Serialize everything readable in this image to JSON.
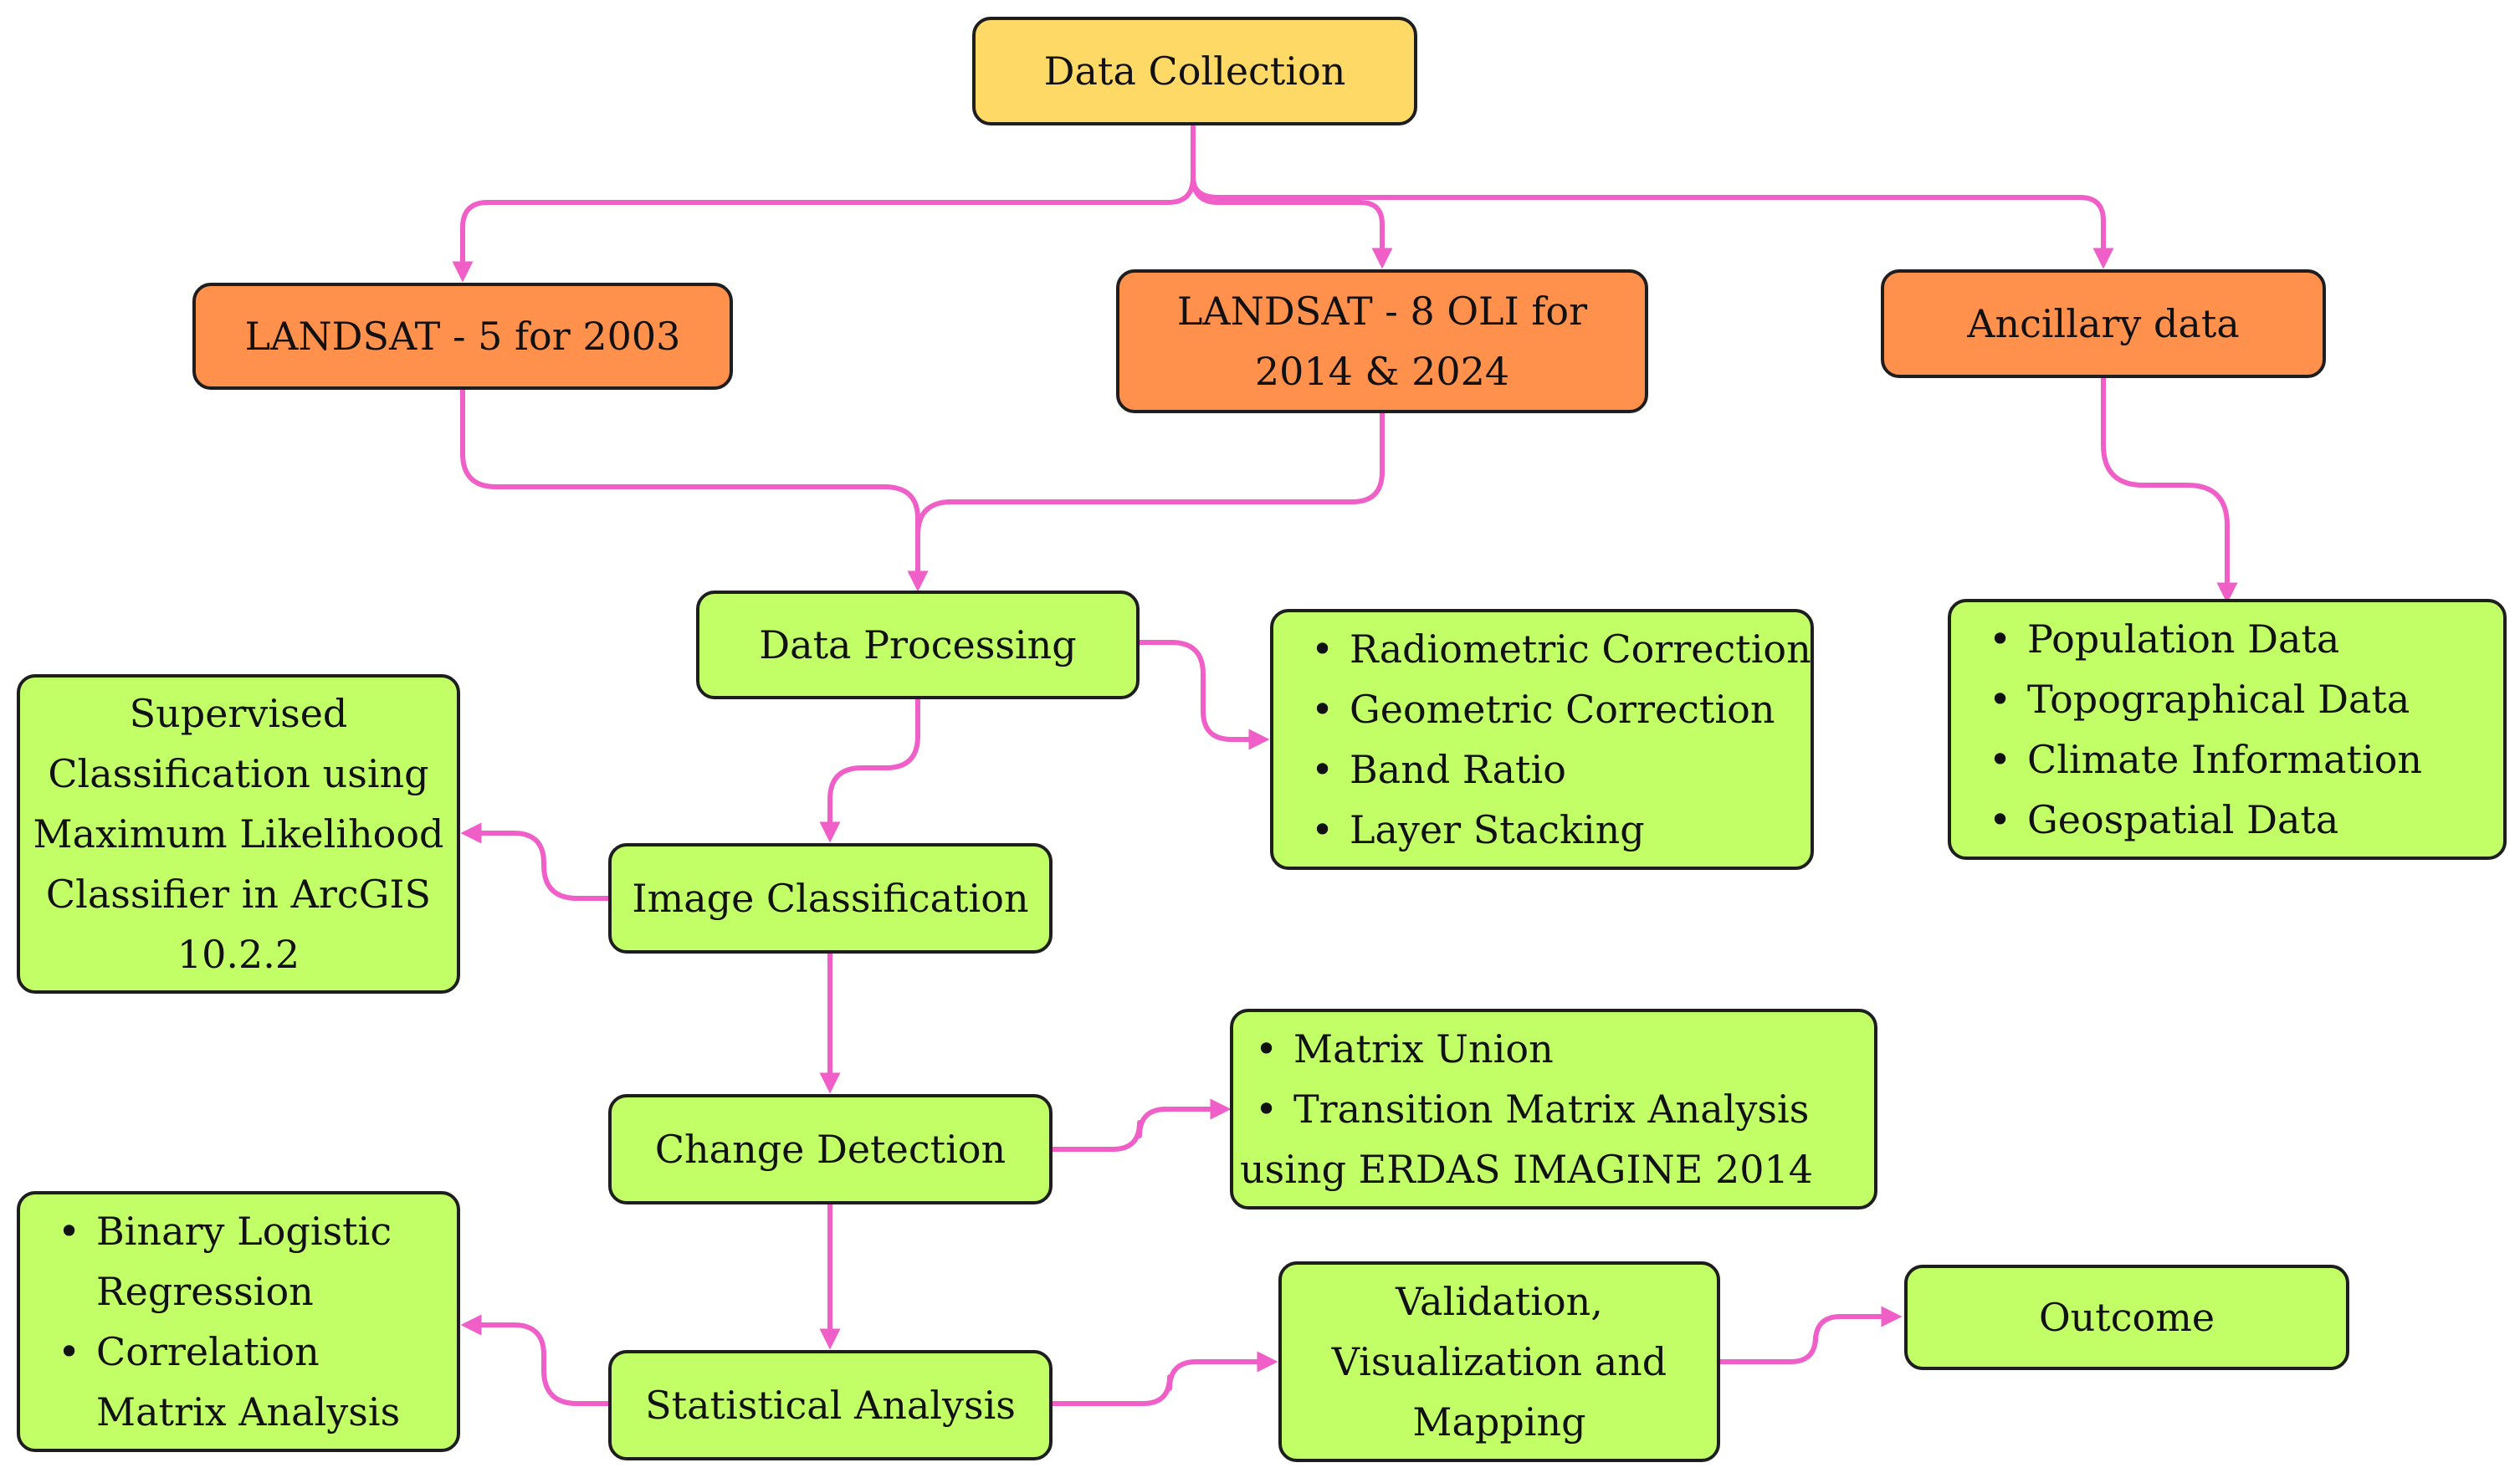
{
  "nodes": {
    "data_collection": "Data Collection",
    "landsat5": "LANDSAT - 5 for 2003",
    "landsat8": [
      "LANDSAT - 8 OLI for",
      "2014 & 2024"
    ],
    "ancillary": "Ancillary data",
    "data_processing": "Data Processing",
    "image_classification": "Image Classification",
    "change_detection": "Change Detection",
    "statistical_analysis": "Statistical Analysis",
    "validation": [
      "Validation,",
      "Visualization and",
      "Mapping"
    ],
    "outcome": "Outcome"
  },
  "notes": {
    "processing_steps": [
      "Radiometric Correction",
      "Geometric Correction",
      "Band Ratio",
      "Layer Stacking"
    ],
    "ancillary_items": [
      "Population Data",
      "Topographical Data",
      "Climate Information",
      "Geospatial Data"
    ],
    "classification_method": [
      "Supervised",
      "Classification using",
      "Maximum Likelihood",
      "Classifier in ArcGIS",
      "10.2.2"
    ],
    "change_methods": {
      "items": [
        "Matrix Union",
        "Transition Matrix Analysis"
      ],
      "tail": "using ERDAS IMAGINE 2014"
    },
    "statistical_methods": [
      [
        "Binary Logistic",
        "Regression"
      ],
      [
        "Correlation",
        "Matrix Analysis"
      ]
    ]
  },
  "bullet_glyph": "•",
  "colors": {
    "start": "#ffd966",
    "source": "#ff914d",
    "process": "#c2ff66",
    "connector": "#f05ec8",
    "border": "#1e1e1e"
  }
}
